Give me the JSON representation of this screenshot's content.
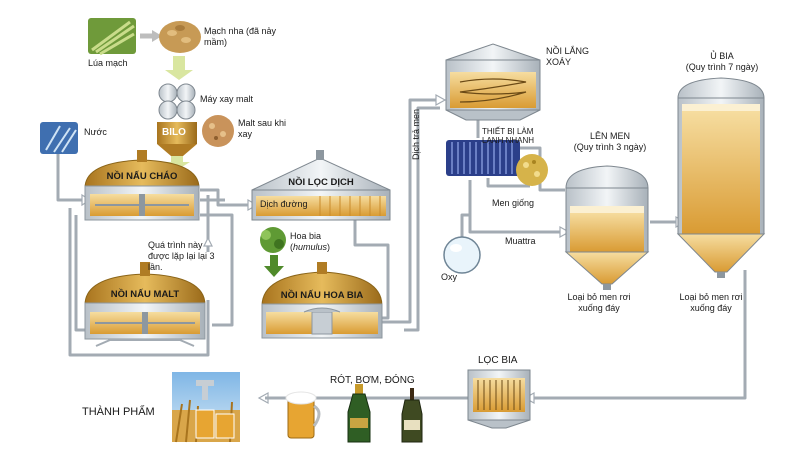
{
  "labels": {
    "lua_mach": "Lúa mạch",
    "mach_nha": "Mạch nha (đã nảy mầm)",
    "may_xay": "Máy xay malt",
    "bilo": "BILO",
    "malt_sau": "Malt sau khi xay",
    "nuoc": "Nước",
    "noi_nau_chao": "NỒI NẤU CHÁO",
    "noi_loc_dich": "NỒI LỌC DỊCH",
    "dich_duong": "Dịch đường",
    "qua_trinh_lap": "Quá trình này được lặp lại lại 3 lần.",
    "noi_nau_malt": "NỒI NẤU MALT",
    "hoa_bia": "Hoa bia",
    "humulus": "humulus",
    "noi_nau_hoa_bia": "NỒI NẤU HOA BIA",
    "dich_tra_men": "Dịch trả men",
    "noi_lang_xoay": "NỒI LẮNG XOÁY",
    "thiet_bi_lam_lanh": "THIẾT BỊ LÀM LẠNH NHANH",
    "len_men": "LÊN MEN",
    "len_men_sub": "(Quy trình 3 ngày)",
    "u_bia": "Ủ BIA",
    "u_bia_sub": "(Quy trình 7 ngày)",
    "men_giong": "Men giống",
    "muattra": "Muattra",
    "oxy": "Oxy",
    "loai_bo_men_1": "Loại bỏ men rơi xuống đáy",
    "loai_bo_men_2": "Loại bỏ men rơi xuống đáy",
    "loc_bia": "LỌC BIA",
    "rot_bom_dong": "RÓT, BƠM, ĐÓNG",
    "thanh_pham": "THÀNH PHẨM"
  },
  "colors": {
    "copper": "#c8952f",
    "copper_dark": "#8a6418",
    "steel": "#d9dfe4",
    "steel_dark": "#8d979f",
    "beer": "#e9b75a",
    "beer_light": "#f4d99a",
    "pipe": "#9aa3ab",
    "green_hop": "#4f8a2a",
    "bottle_green": "#2f5e24"
  }
}
